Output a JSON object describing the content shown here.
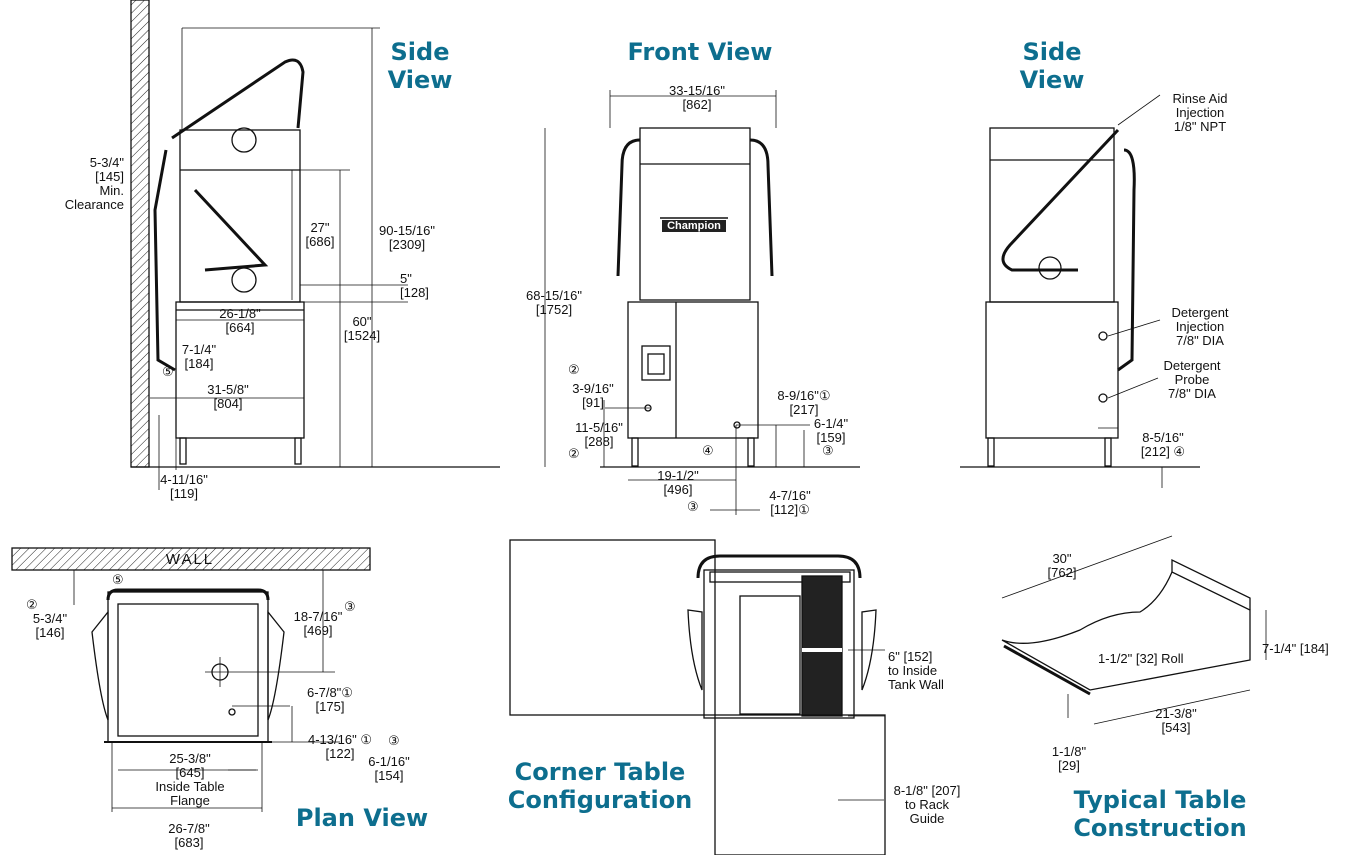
{
  "titles": {
    "side_view_left": [
      "Side",
      "View"
    ],
    "front_view": "Front View",
    "side_view_right": [
      "Side",
      "View"
    ],
    "plan_view": "Plan View",
    "corner_table": [
      "Corner Table",
      "Configuration"
    ],
    "typical_table": "Typical Table Construction"
  },
  "brand": "Champion",
  "wall_label": "WALL",
  "side_left": {
    "clearance": [
      "5-3/4\"",
      "[145]",
      "Min.",
      "Clearance"
    ],
    "height_total": [
      "90-15/16\"",
      "[2309]"
    ],
    "door_open": [
      "27\"",
      "[686]"
    ],
    "rail": [
      "5\"",
      "[128]"
    ],
    "table_height": [
      "60\"",
      "[1524]"
    ],
    "width_a": [
      "26-1/8\"",
      "[664]"
    ],
    "arm": [
      "7-1/4\"",
      "[184]"
    ],
    "width_b": [
      "31-5/8\"",
      "[804]"
    ],
    "offset": [
      "4-11/16\"",
      "[119]"
    ],
    "note_5": "⑤"
  },
  "front": {
    "width": [
      "33-15/16\"",
      "[862]"
    ],
    "height": [
      "68-15/16\"",
      "[1752]"
    ],
    "d1": [
      "3-9/16\"",
      "[91]"
    ],
    "d2": [
      "11-5/16\"",
      "[288]"
    ],
    "d3": [
      "8-9/16\"①",
      "[217]"
    ],
    "d4": [
      "6-1/4\"",
      "[159]"
    ],
    "d5": [
      "19-1/2\"",
      "[496]"
    ],
    "d6": [
      "4-7/16\"",
      "[112]①"
    ],
    "circ2a": "②",
    "circ2b": "②",
    "circ3a": "③",
    "circ3b": "③",
    "circ4": "④"
  },
  "side_right": {
    "rinse": [
      "Rinse Aid",
      "Injection",
      "1/8\" NPT"
    ],
    "detergent_inj": [
      "Detergent",
      "Injection",
      "7/8\" DIA"
    ],
    "detergent_probe": [
      "Detergent",
      "Probe",
      "7/8\" DIA"
    ],
    "d1": [
      "8-5/16\"",
      "[212] ④"
    ]
  },
  "plan": {
    "d1": [
      "5-3/4\"",
      "[146]"
    ],
    "d2": [
      "18-7/16\"",
      "[469]"
    ],
    "d3": [
      "6-7/8\"①",
      "[175]"
    ],
    "d4": [
      "4-13/16\" ①",
      "[122]"
    ],
    "d5": [
      "6-1/16\"",
      "[154]"
    ],
    "d6": [
      "25-3/8\"",
      "[645]",
      "Inside Table",
      "Flange"
    ],
    "d7": [
      "26-7/8\"",
      "[683]"
    ],
    "c2": "②",
    "c3a": "③",
    "c3b": "③",
    "c5": "⑤"
  },
  "corner": {
    "d1": [
      "6\" [152]",
      "to Inside",
      "Tank Wall"
    ],
    "d2": [
      "8-1/8\" [207]",
      "to Rack",
      "Guide"
    ]
  },
  "table": {
    "d1": [
      "30\"",
      "[762]"
    ],
    "d2": "1-1/2\" [32] Roll",
    "d3": "7-1/4\" [184]",
    "d4": [
      "21-3/8\"",
      "[543]"
    ],
    "d5": [
      "1-1/8\"",
      "[29]"
    ]
  },
  "colors": {
    "title": "#0d6e8e",
    "line": "#111111"
  }
}
